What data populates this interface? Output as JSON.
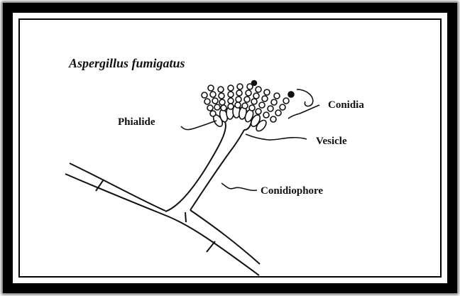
{
  "title": "Aspergillus fumigatus",
  "labels": {
    "conidia": "Conidia",
    "phialide": "Phialide",
    "vesicle": "Vesicle",
    "conidiophore": "Conidiophore"
  },
  "colors": {
    "frame": "#000000",
    "background": "#ffffff",
    "ink": "#111111"
  }
}
